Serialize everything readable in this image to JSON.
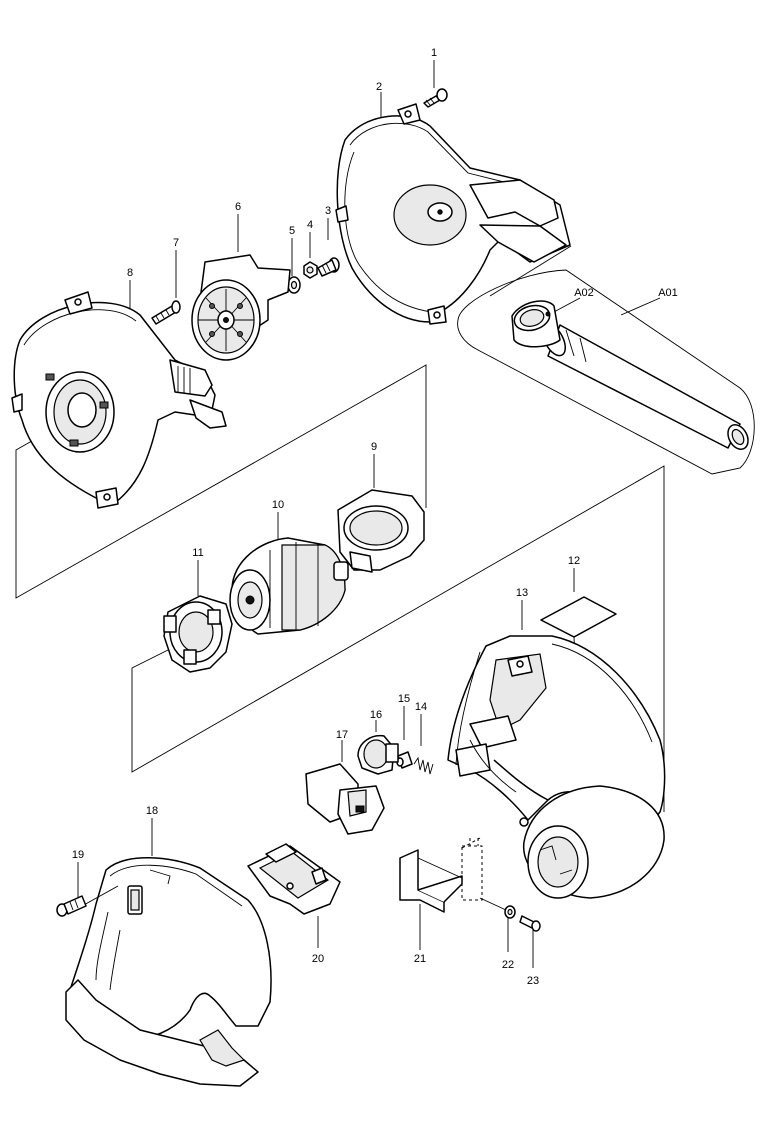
{
  "labels": {
    "p1": "1",
    "p2": "2",
    "p3": "3",
    "p4": "4",
    "p5": "5",
    "p6": "6",
    "p7": "7",
    "p8": "8",
    "p9": "9",
    "p10": "10",
    "p11": "11",
    "p12": "12",
    "p13": "13",
    "p14": "14",
    "p15": "15",
    "p16": "16",
    "p17": "17",
    "p18": "18",
    "p19": "19",
    "p20": "20",
    "p21": "21",
    "p22": "22",
    "p23": "23",
    "a01": "A01",
    "a02": "A02"
  }
}
